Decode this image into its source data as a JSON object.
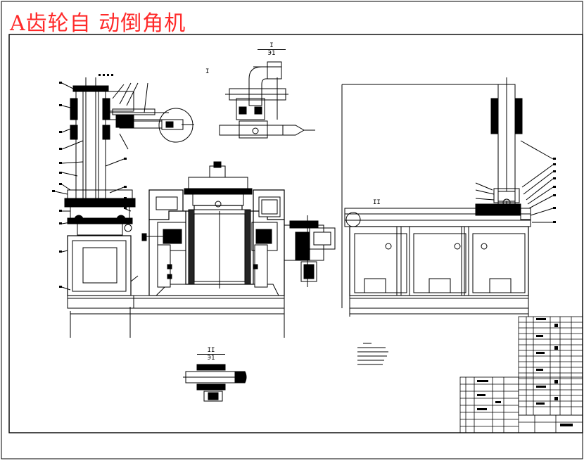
{
  "title": "A齿轮自 动倒角机",
  "section_labels": {
    "detail_I": {
      "top": "I",
      "bottom": "Э1"
    },
    "detail_II": {
      "top": "II",
      "bottom": "Э1"
    },
    "callout_I": "I",
    "callout_II": "II"
  },
  "colors": {
    "title": "#ff2a2a",
    "lines": "#000000",
    "background": "#ffffff"
  }
}
